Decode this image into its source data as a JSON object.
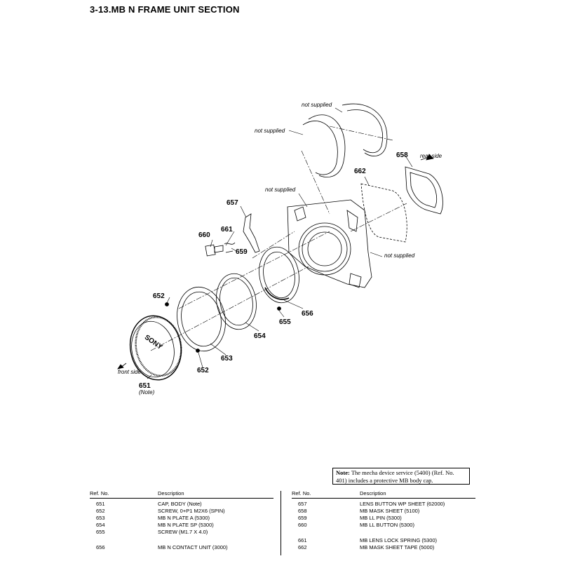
{
  "title": "3-13.MB  N  FRAME  UNIT  SECTION",
  "labels": {
    "not_supplied": "not supplied",
    "rear_side": "rear side",
    "front_side": "front side",
    "note_small": "(Note)"
  },
  "callouts": {
    "c651": "651",
    "c652a": "652",
    "c652b": "652",
    "c653": "653",
    "c654": "654",
    "c655": "655",
    "c656": "656",
    "c657": "657",
    "c658": "658",
    "c659": "659",
    "c660": "660",
    "c661": "661",
    "c662": "662"
  },
  "logo_text": "SONY",
  "note": {
    "label": "Note:",
    "text": "The mecha device service (5400) (Ref. No. 401) includes a protective MB body cap."
  },
  "table_headers": {
    "ref": "Ref. No.",
    "desc": "Description"
  },
  "parts_left": [
    {
      "ref": "651",
      "desc": "CAP, BODY (Note)"
    },
    {
      "ref": "652",
      "desc": "SCREW, 0+P1 M2X6 (SPIN)"
    },
    {
      "ref": "653",
      "desc": "MB N PLATE A (5300)"
    },
    {
      "ref": "654",
      "desc": "MB N PLATE SP (5300)"
    },
    {
      "ref": "655",
      "desc": "SCREW (M1.7 X 4.0)"
    },
    {
      "ref": "656",
      "desc": "MB N CONTACT UNIT (3000)"
    }
  ],
  "parts_right": [
    {
      "ref": "657",
      "desc": "LENS BUTTON WP SHEET (62000)"
    },
    {
      "ref": "658",
      "desc": "MB MASK SHEET (5100)"
    },
    {
      "ref": "659",
      "desc": "MB LL PIN (5300)"
    },
    {
      "ref": "660",
      "desc": "MB LL BUTTON (5300)"
    },
    {
      "ref": "661",
      "desc": "MB LENS LOCK SPRING (5300)"
    },
    {
      "ref": "662",
      "desc": "MB MASK SHEET TAPE (5000)"
    }
  ]
}
